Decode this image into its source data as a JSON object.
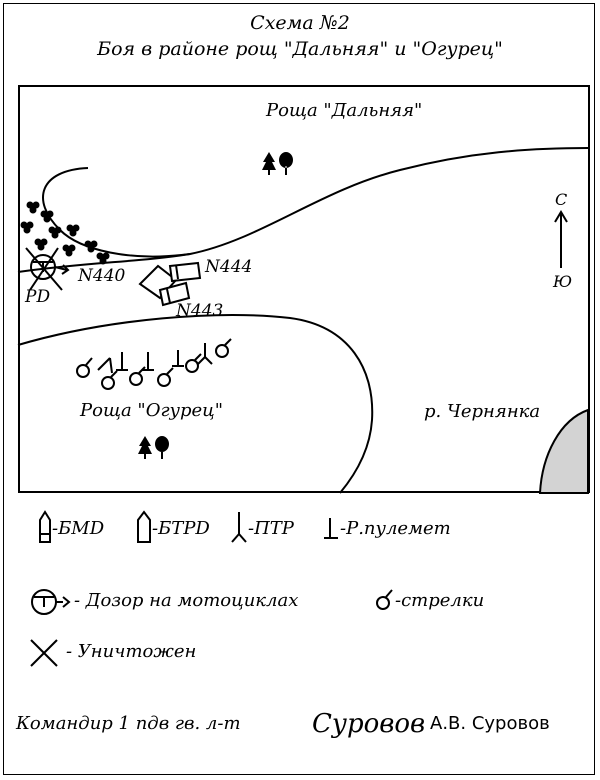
{
  "title_line1": "Схема №2",
  "title_line2": "Боя в районе рощ \"Дальняя\" и \"Огурец\"",
  "map": {
    "grove_far": "Роща \"Дальняя\"",
    "grove_cucumber": "Роща \"Огурец\"",
    "river": "р. Чернянка",
    "north": "С",
    "south": "Ю",
    "unit_n440": "N440",
    "unit_n444": "N444",
    "unit_n443": "N443",
    "patrol_marker": "PD"
  },
  "legend": {
    "bmd": "-БМD",
    "btrd": "-БТРD",
    "ptr": "-ПТР",
    "mg": "-Р.пулемет",
    "patrol": "- Дозор на мотоциклах",
    "riflemen": "-стрелки",
    "destroyed": "- Уничтожен"
  },
  "footer": {
    "commander": "Командир 1 пдв гв. л-т",
    "signature": "Суровов",
    "name": "А.В. Суровов"
  }
}
